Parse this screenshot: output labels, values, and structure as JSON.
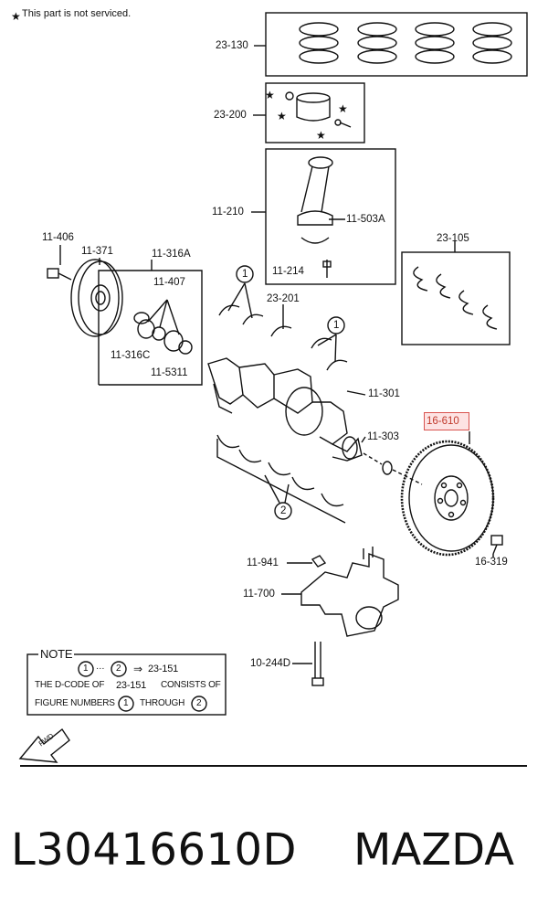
{
  "legend": {
    "text": "This part is not serviced."
  },
  "labels": {
    "piston_rings": "23-130",
    "piston": "23-200",
    "connecting_rod": "11-210",
    "rod_bolt": "11-503A",
    "rod_nut": "11-214",
    "rod_bearing": "23-105",
    "pulley_bolt": "11-406",
    "pulley": "11-371",
    "oil_seal_kit": "11-316A",
    "seal_group": "11-407",
    "seal_c": "11-316C",
    "seal_ring": "11-5311",
    "main_bearing_upper": "23-201",
    "crankshaft": "11-301",
    "pilot_bearing": "11-303",
    "flywheel": "16-610",
    "flywheel_bolt": "16-319",
    "key": "11-941",
    "bearing_cap": "11-700",
    "cap_bolt": "10-244D"
  },
  "callouts": {
    "one": "1",
    "two": "2"
  },
  "note": {
    "title": "NOTE",
    "dots": "···",
    "arrow": "⇒",
    "code": "23-151",
    "line2_a": "THE D-CODE OF",
    "line2_b": "23-151",
    "line2_c": "CONSISTS OF",
    "line3_a": "FIGURE NUMBERS",
    "line3_b": "THROUGH"
  },
  "fwd": "FWD",
  "part_number": "L30416610D",
  "brand": "MAZDA",
  "colors": {
    "highlight": "#d9534f",
    "line": "#111111"
  }
}
